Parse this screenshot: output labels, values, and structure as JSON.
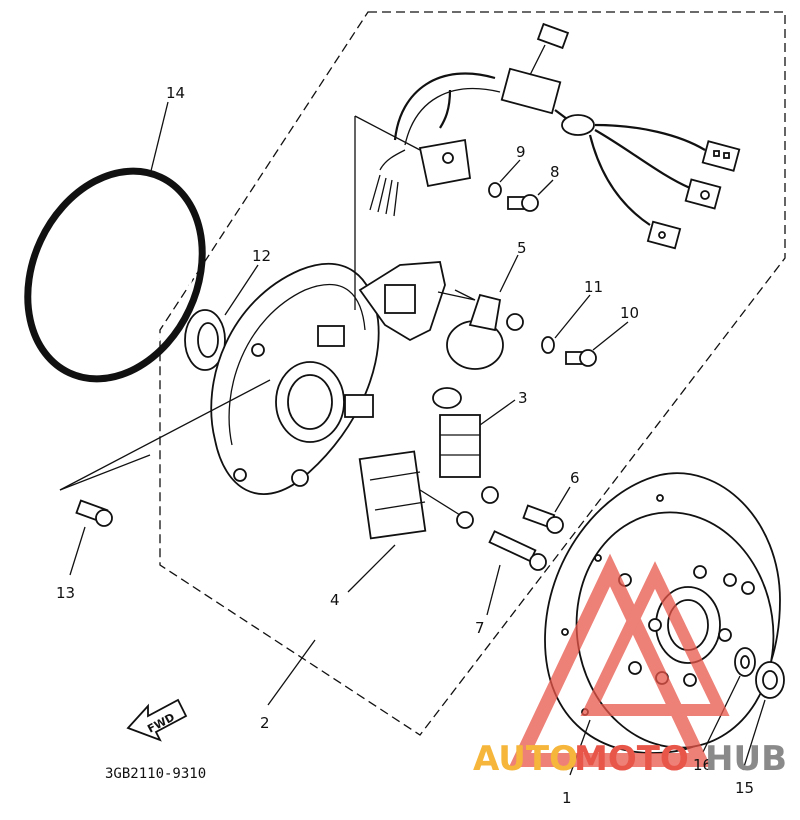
{
  "diagram": {
    "part_code": "3GB2110-9310",
    "direction_label": "FWD",
    "callouts": [
      "1",
      "2",
      "3",
      "4",
      "5",
      "6",
      "7",
      "8",
      "9",
      "10",
      "11",
      "12",
      "13",
      "14",
      "15",
      "16"
    ]
  },
  "watermark": {
    "word1": "AUTO",
    "word2": "MOTO",
    "word3": "HUB",
    "color1": "#f5b63b",
    "color2": "#e8564a",
    "color3": "#8a8a8a"
  }
}
